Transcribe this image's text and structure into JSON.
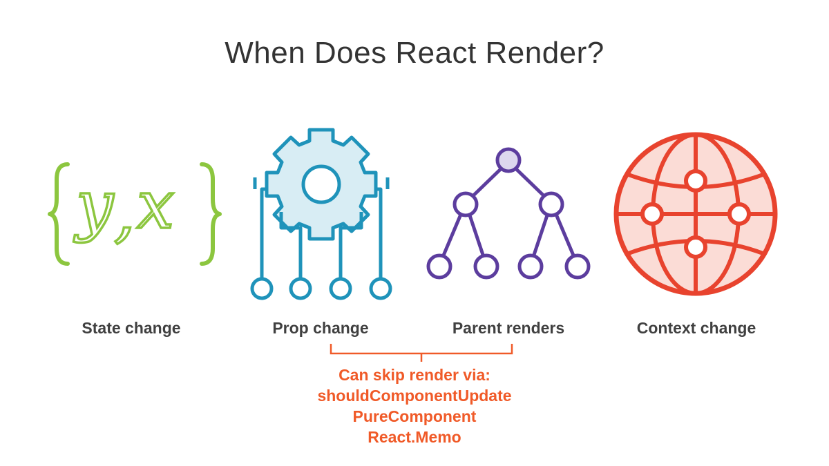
{
  "title": "When Does React Render?",
  "colors": {
    "state": "#8cc63f",
    "prop": "#1f93ba",
    "prop_fill": "#d8edf4",
    "parent": "#5c3d9e",
    "parent_fill": "#ddd8ee",
    "context": "#e8432e",
    "context_fill": "#fbdcd6",
    "note": "#f05a28"
  },
  "items": [
    {
      "label": "State change",
      "icon": "curly-braces-yx-icon",
      "glyph_y": "y",
      "glyph_comma": ",",
      "glyph_x": "x"
    },
    {
      "label": "Prop change",
      "icon": "gear-circuit-icon"
    },
    {
      "label": "Parent renders",
      "icon": "tree-hierarchy-icon"
    },
    {
      "label": "Context change",
      "icon": "globe-network-icon"
    }
  ],
  "note": {
    "lines": [
      "Can skip render via:",
      "shouldComponentUpdate",
      "PureComponent",
      "React.Memo"
    ]
  }
}
